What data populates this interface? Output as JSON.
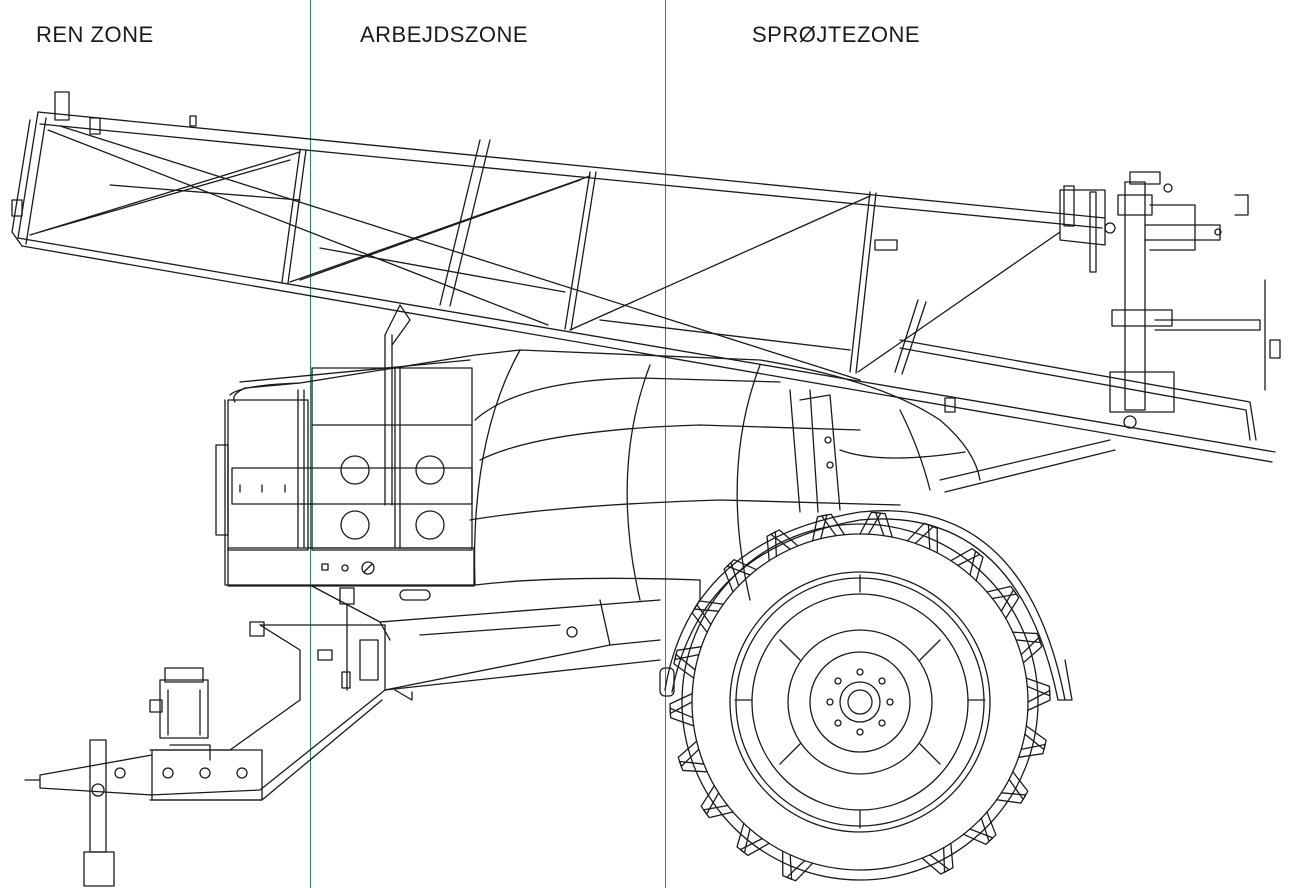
{
  "zones": [
    {
      "label": "REN ZONE"
    },
    {
      "label": "ARBEJDSZONE"
    },
    {
      "label": "SPRØJTEZONE"
    }
  ],
  "colors": {
    "divider": "#2e8b57",
    "line": "#1a1a1a",
    "background": "#ffffff"
  }
}
